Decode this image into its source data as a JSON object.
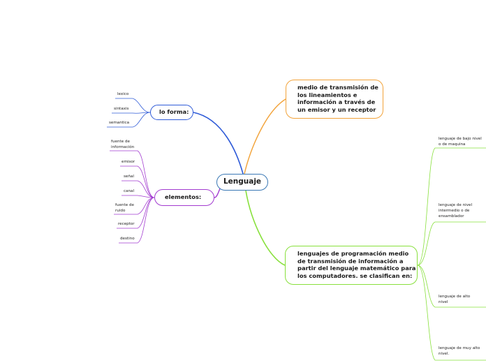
{
  "central": "Lenguaje",
  "branches": {
    "lo_forma": "lo forma:",
    "elementos": "elementos:",
    "medio": "medio de transmisión de los lineamientos e información a través de un emisor y un receptor",
    "lenguajes": "lenguajes de programación medio de transmisión de información a partir del lenguaje matemático para los computadores. se clasifican en:"
  },
  "lo_forma_items": [
    "lexico",
    "sintaxis",
    "semantica"
  ],
  "elementos_items": [
    "fuente de información",
    "emisor",
    "señal",
    "canal",
    "fuente de ruido",
    "receptor",
    "destino"
  ],
  "lenguajes_items": [
    "lenguaje de bajo nivel o de maquina",
    "lenguaje de nivel intermedio o de ensamblador",
    "lenguaje de alto nivel",
    "lenguaje de muy alto nivel."
  ],
  "colors": {
    "lo_forma": "#2f5bd8",
    "elementos": "#a23bd0",
    "medio": "#f2a33a",
    "lenguajes": "#88e03c",
    "central": "#3a78b5"
  }
}
